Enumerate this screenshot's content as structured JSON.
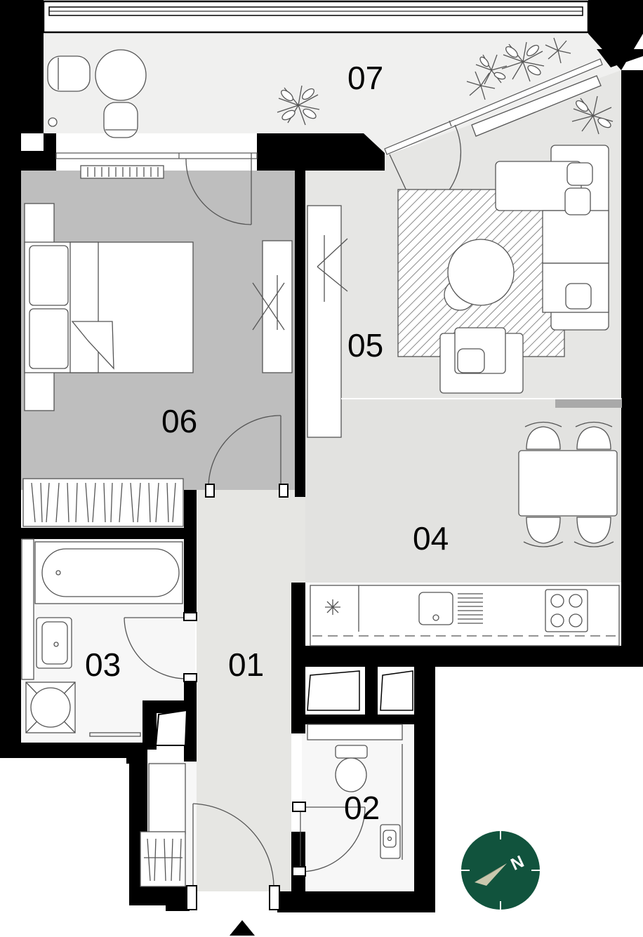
{
  "floor_plan": {
    "rooms": [
      {
        "id": "01",
        "label": "01"
      },
      {
        "id": "02",
        "label": "02"
      },
      {
        "id": "03",
        "label": "03"
      },
      {
        "id": "04",
        "label": "04"
      },
      {
        "id": "05",
        "label": "05"
      },
      {
        "id": "06",
        "label": "06"
      },
      {
        "id": "07",
        "label": "07"
      }
    ],
    "compass": {
      "label": "N",
      "color": "#11533d"
    },
    "colors": {
      "wall": "#000000",
      "bedroom_floor": "#bebebe",
      "living_floor": "#e2e2e0",
      "terrace_floor": "#f0f0ef",
      "hall_floor": "#e6e6e3"
    },
    "entrance_marker": "triangle-up"
  }
}
